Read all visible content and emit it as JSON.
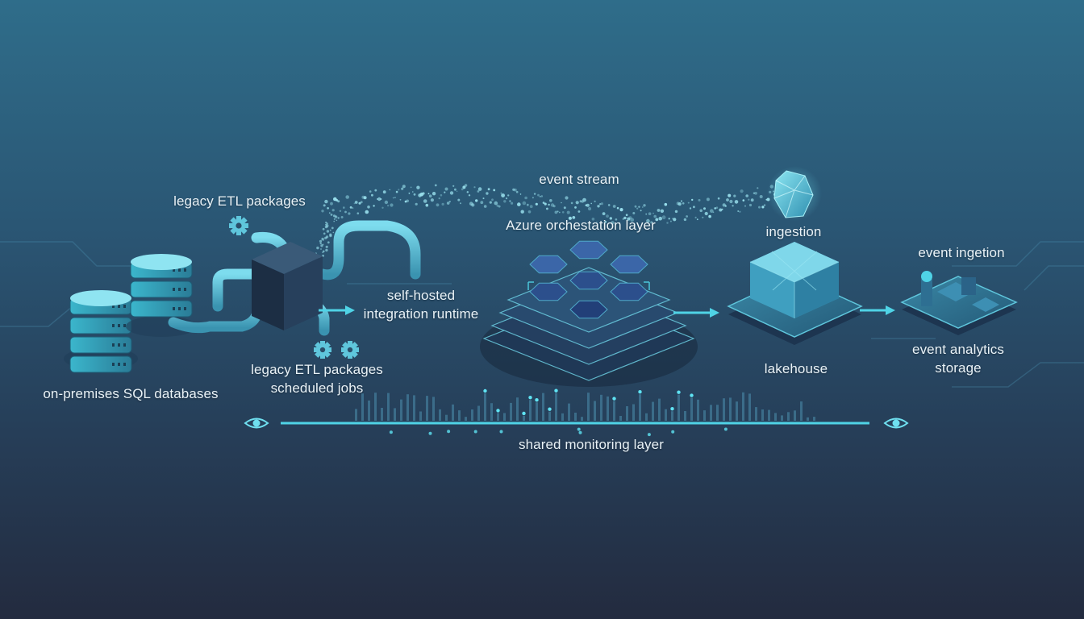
{
  "labels": {
    "legacy_etl_top": "legacy ETL packages",
    "event_stream": "event stream",
    "azure_orchestration": "Azure orchestation layer",
    "ingestion": "ingestion",
    "event_ingestion": "event ingetion",
    "self_hosted_runtime": "self-hosted\nintegration runtime",
    "legacy_etl_bottom": "legacy ETL packages\nscheduled jobs",
    "sql_databases": "on-premises SQL databases",
    "lakehouse": "lakehouse",
    "event_analytics": "event analytics\nstorage",
    "monitoring": "shared monitoring layer"
  },
  "icons": [
    "database-icon",
    "gear-icon",
    "pipe-icon",
    "cube-icon",
    "hexagon-stack-icon",
    "crystal-icon",
    "eye-icon",
    "arrow-icon"
  ],
  "colors": {
    "accent": "#4fd3e6",
    "pipe": "#5cc3da",
    "tile": "#2e4f8c",
    "platform": "#2c6a86",
    "text": "#e9f2f7"
  }
}
